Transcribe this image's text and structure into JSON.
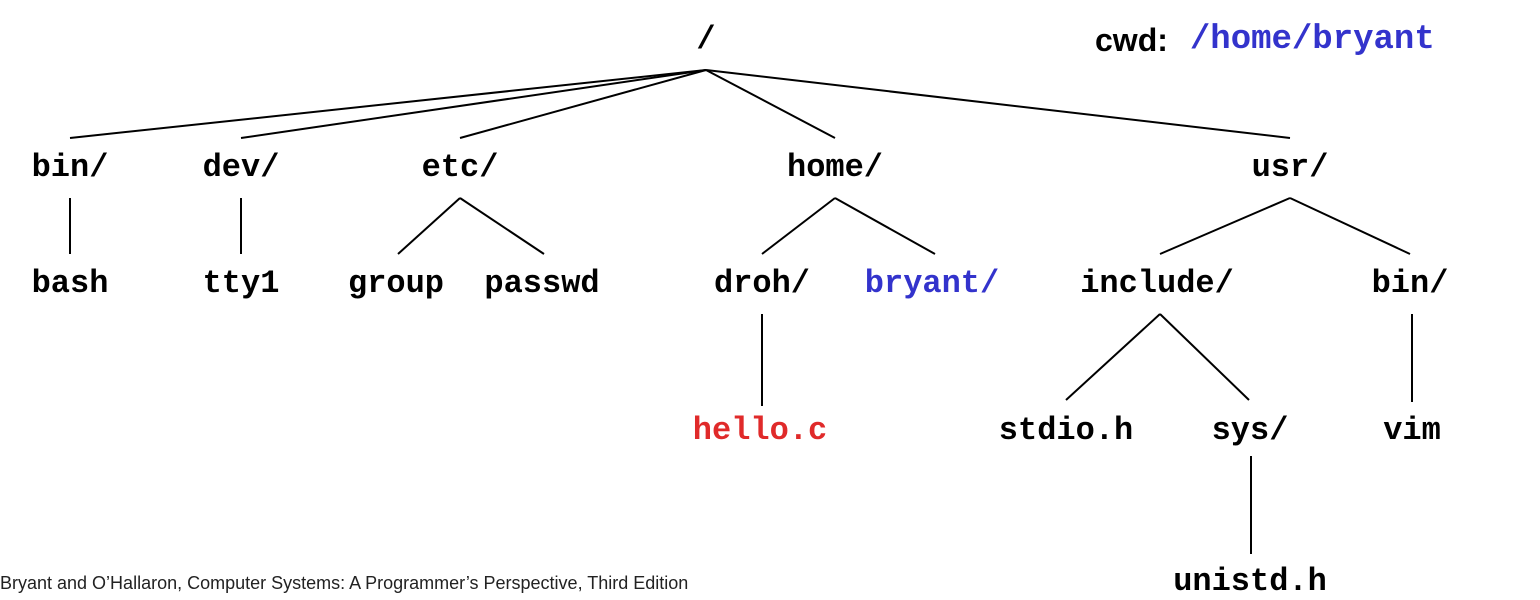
{
  "colors": {
    "default": "#000000",
    "cwd": "#3333cc",
    "highlight": "#e02a2a"
  },
  "cwd": {
    "label": "cwd:",
    "path": "/home/bryant"
  },
  "tree": {
    "nodes": [
      {
        "id": "root",
        "label": "/",
        "style": "default"
      },
      {
        "id": "bin",
        "label": "bin/",
        "parent": "root",
        "style": "default"
      },
      {
        "id": "dev",
        "label": "dev/",
        "parent": "root",
        "style": "default"
      },
      {
        "id": "etc",
        "label": "etc/",
        "parent": "root",
        "style": "default"
      },
      {
        "id": "home",
        "label": "home/",
        "parent": "root",
        "style": "default"
      },
      {
        "id": "usr",
        "label": "usr/",
        "parent": "root",
        "style": "default"
      },
      {
        "id": "bash",
        "label": "bash",
        "parent": "bin",
        "style": "default"
      },
      {
        "id": "tty1",
        "label": "tty1",
        "parent": "dev",
        "style": "default"
      },
      {
        "id": "group",
        "label": "group",
        "parent": "etc",
        "style": "default"
      },
      {
        "id": "passwd",
        "label": "passwd",
        "parent": "etc",
        "style": "default"
      },
      {
        "id": "droh",
        "label": "droh/",
        "parent": "home",
        "style": "default"
      },
      {
        "id": "bryant",
        "label": "bryant/",
        "parent": "home",
        "style": "cwd"
      },
      {
        "id": "include",
        "label": "include/",
        "parent": "usr",
        "style": "default"
      },
      {
        "id": "usrbin",
        "label": "bin/",
        "parent": "usr",
        "style": "default"
      },
      {
        "id": "hello",
        "label": "hello.c",
        "parent": "droh",
        "style": "highlight"
      },
      {
        "id": "stdio",
        "label": "stdio.h",
        "parent": "include",
        "style": "default"
      },
      {
        "id": "sys",
        "label": "sys/",
        "parent": "include",
        "style": "default"
      },
      {
        "id": "vim",
        "label": "vim",
        "parent": "usrbin",
        "style": "default"
      },
      {
        "id": "unistd",
        "label": "unistd.h",
        "parent": "sys",
        "style": "default"
      }
    ]
  },
  "footer": {
    "citation": "Bryant and O’Hallaron, Computer Systems: A Programmer’s Perspective, Third Edition"
  }
}
